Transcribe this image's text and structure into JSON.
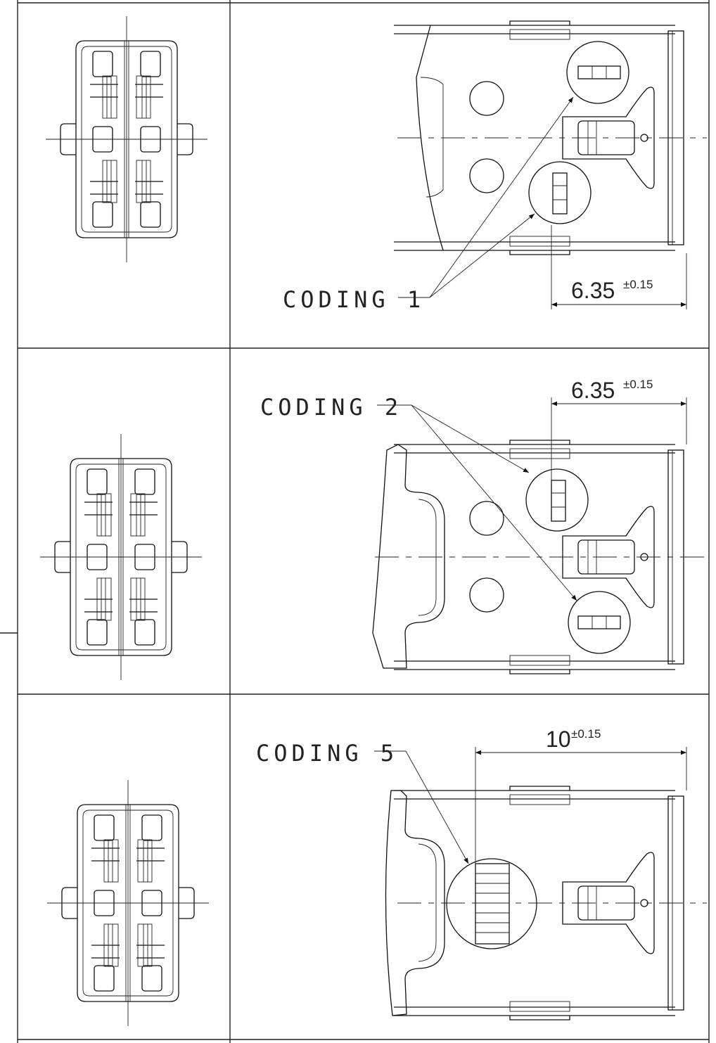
{
  "panels": [
    {
      "label": "CODING 1",
      "dimension": "6.35",
      "tolerance": "±0.15"
    },
    {
      "label": "CODING 2",
      "dimension": "6.35",
      "tolerance": "±0.15"
    },
    {
      "label": "CODING 5",
      "dimension": "10",
      "tolerance": "±0.15"
    }
  ]
}
